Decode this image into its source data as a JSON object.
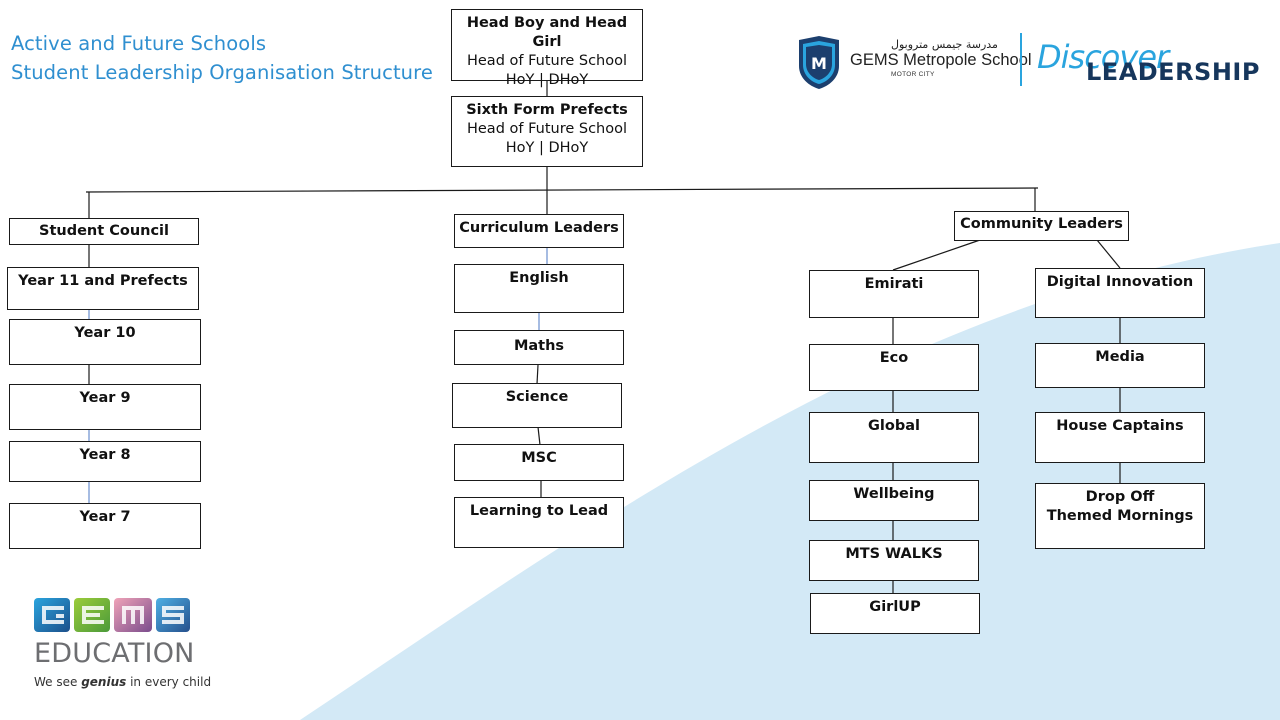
{
  "title": {
    "line1": "Active and Future Schools",
    "line2": "Student Leadership Organisation Structure"
  },
  "top": {
    "head_boy_girl": {
      "title": "Head Boy and Head Girl",
      "line2": "Head of Future School",
      "line3": "HoY | DHoY"
    },
    "sixth_form": {
      "title": "Sixth Form Prefects",
      "line2": "Head of Future School",
      "line3": "HoY | DHoY"
    }
  },
  "student_council": {
    "title": "Student Council",
    "items": [
      "Year 11 and Prefects",
      "Year 10",
      "Year 9",
      "Year 8",
      "Year 7"
    ]
  },
  "curriculum": {
    "title": "Curriculum Leaders",
    "items": [
      "English",
      "Maths",
      "Science",
      "MSC",
      "Learning to Lead"
    ]
  },
  "community": {
    "title": "Community Leaders",
    "left_items": [
      "Emirati",
      "Eco",
      "Global",
      "Wellbeing",
      "MTS WALKS",
      "GirlUP"
    ],
    "right_items": [
      "Digital Innovation",
      "Media",
      "House Captains",
      "Drop Off",
      "Themed Mornings"
    ]
  },
  "branding": {
    "school_arabic": "مدرسة جيمس متروبول",
    "school_name": "GEMS Metropole School",
    "school_location": "MOTOR CITY",
    "crest_letter": "M",
    "discover": "Discover",
    "leadership": "LEADERSHIP",
    "gems_word": "EDUCATION",
    "gems_logo_letters": "GEMS",
    "tagline_prefix": "We see ",
    "tagline_em": "genius",
    "tagline_suffix": " in every child"
  },
  "colors": {
    "title_blue": "#2f8fd0",
    "swoosh": "#d3e9f6",
    "leadership_navy": "#16365c",
    "discover_blue": "#2aa4de"
  }
}
